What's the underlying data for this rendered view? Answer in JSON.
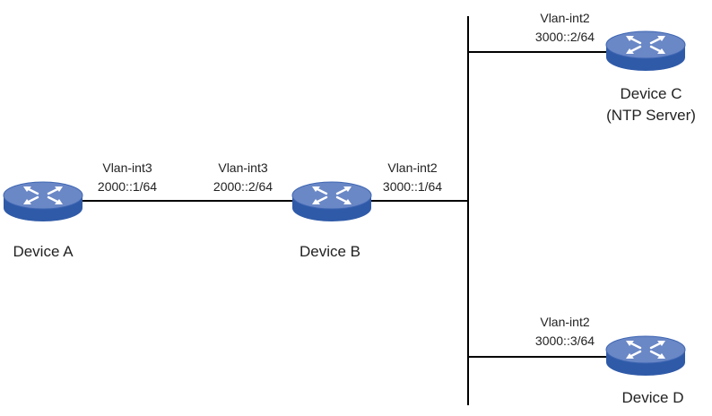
{
  "colors": {
    "device_top": "#6a87c6",
    "device_body": "#2f5aa8",
    "device_dark": "#1f3f80",
    "link": "#000000",
    "text": "#222222"
  },
  "icons": {
    "device": "switch-router-icon"
  },
  "devices": {
    "a": {
      "name": "Device A"
    },
    "b": {
      "name": "Device B"
    },
    "c": {
      "name": "Device C",
      "role": "(NTP Server)"
    },
    "d": {
      "name": "Device D"
    }
  },
  "interfaces": {
    "a_vlan": {
      "name": "Vlan-int3",
      "addr": "2000::1/64"
    },
    "b_vlan3": {
      "name": "Vlan-int3",
      "addr": "2000::2/64"
    },
    "b_vlan2": {
      "name": "Vlan-int2",
      "addr": "3000::1/64"
    },
    "c_vlan": {
      "name": "Vlan-int2",
      "addr": "3000::2/64"
    },
    "d_vlan": {
      "name": "Vlan-int2",
      "addr": "3000::3/64"
    }
  }
}
